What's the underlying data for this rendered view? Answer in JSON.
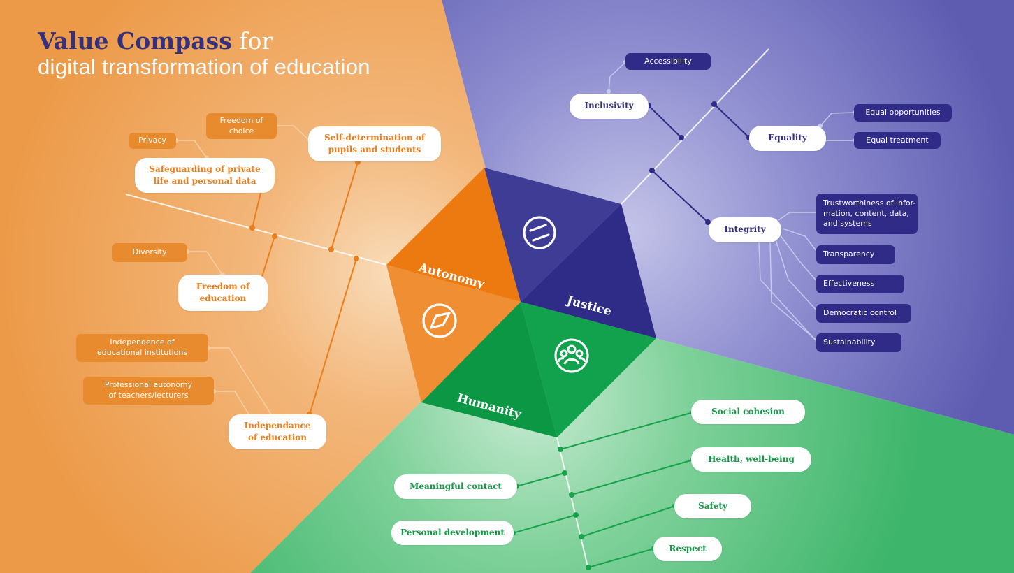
{
  "title": {
    "bold": "Value Compass",
    "rest": " for",
    "line2": "digital transformation of education"
  },
  "colors": {
    "autonomy": "#ec7d1c",
    "justice": "#2f2b86",
    "humanity": "#0ea14f",
    "title_accent": "#34307e"
  },
  "segments": {
    "autonomy": {
      "label": "Autonomy",
      "icon": "compass-icon"
    },
    "justice": {
      "label": "Justice",
      "icon": "equals-icon"
    },
    "humanity": {
      "label": "Humanity",
      "icon": "people-icon"
    }
  },
  "autonomy": {
    "values": {
      "self_determination": "Self-determination of\npupils and students",
      "safeguarding": "Safeguarding of private\nlife and personal data",
      "freedom_education": "Freedom of\neducation",
      "independance": "Independance\nof education"
    },
    "tags": {
      "freedom_choice": "Freedom of\nchoice",
      "privacy": "Privacy",
      "diversity": "Diversity",
      "independence_institutions": "Independence of\neducational institutions",
      "professional_autonomy": "Professional autonomy\nof teachers/lecturers"
    }
  },
  "justice": {
    "values": {
      "inclusivity": "Inclusivity",
      "equality": "Equality",
      "integrity": "Integrity"
    },
    "tags": {
      "accessibility": "Accessibility",
      "equal_opportunities": "Equal opportunities",
      "equal_treatment": "Equal treatment",
      "trustworthiness": "Trustworthiness of infor-\nmation, content, data,\nand systems",
      "transparency": "Transparency",
      "effectiveness": "Effectiveness",
      "democratic_control": "Democratic control",
      "sustainability": "Sustainability"
    }
  },
  "humanity": {
    "values": {
      "social_cohesion": "Social cohesion",
      "health": "Health, well-being",
      "meaningful_contact": "Meaningful contact",
      "safety": "Safety",
      "personal_development": "Personal development",
      "respect": "Respect"
    }
  }
}
